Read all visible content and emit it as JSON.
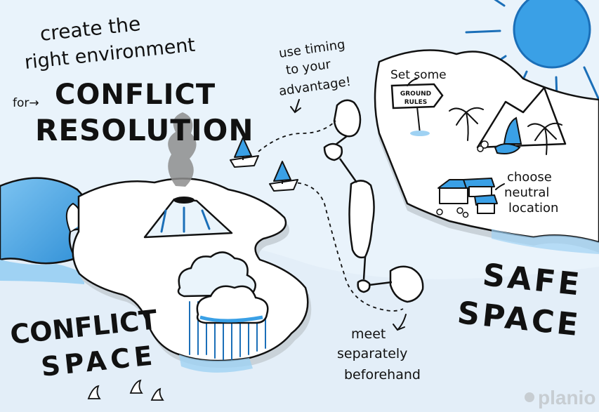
{
  "title": {
    "line1": "create the",
    "line2": "right environment",
    "for_prefix": "for→",
    "heading1": "CONFLICT",
    "heading2": "RESOLUTION"
  },
  "notes": {
    "timing1": "use timing",
    "timing2": "to your",
    "timing3": "advantage!",
    "set_some": "Set some",
    "sign1": "GROUND",
    "sign2": "RULES",
    "neutral1": "choose",
    "neutral2": "neutral",
    "neutral3": "location",
    "meet1": "meet",
    "meet2": "separately",
    "meet3": "beforehand"
  },
  "regions": {
    "conflict1": "CONFLICT",
    "conflict2": "SPACE",
    "safe1": "SAFE",
    "safe2": "SPACE"
  },
  "brand": "planio",
  "colors": {
    "accent": "#3aa0e6",
    "accent_dark": "#1b6fb8",
    "sky": "#e9f3fb",
    "ink": "#111111"
  }
}
